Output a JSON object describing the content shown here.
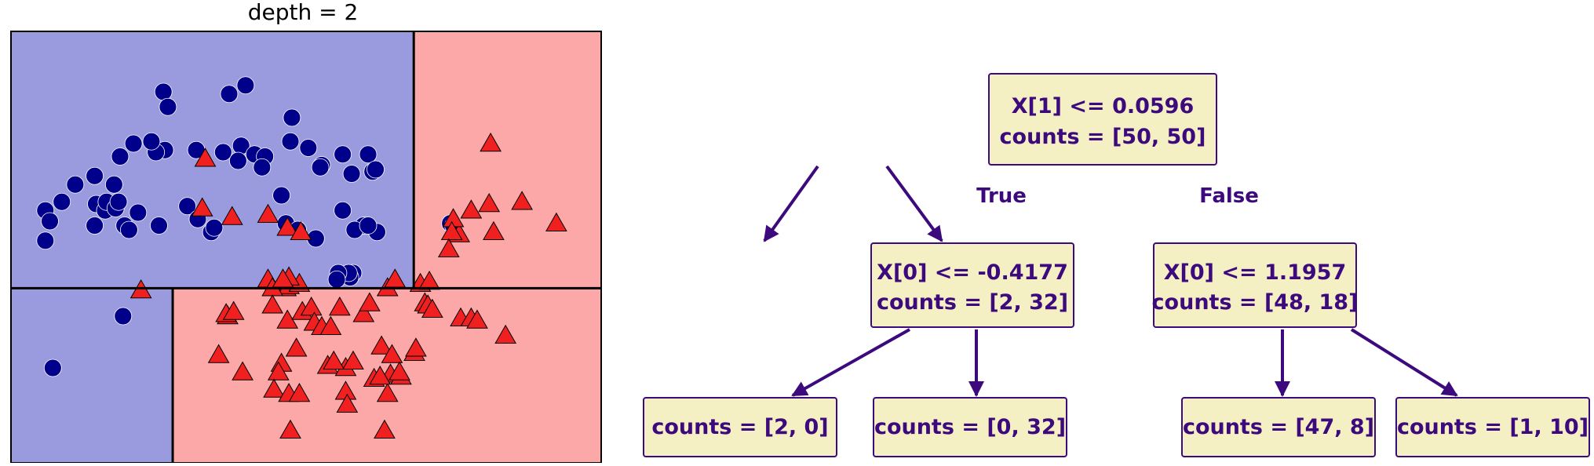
{
  "colors": {
    "class0_region": "#9a9ade",
    "class1_region": "#fda8a8",
    "class0_point": "#00008b",
    "class1_point": "#f02020",
    "node_fill": "#f5f0c4",
    "node_ink": "#3c0a7c"
  },
  "plot": {
    "title": "depth = 2",
    "xlim": [
      -1.5,
      2.45
    ],
    "ylim": [
      -0.75,
      1.25
    ],
    "regions": [
      {
        "x0": -1.5,
        "x1": 1.1957,
        "y0": 0.0596,
        "y1": 1.25,
        "class": 0
      },
      {
        "x0": 1.1957,
        "x1": 2.45,
        "y0": 0.0596,
        "y1": 1.25,
        "class": 1
      },
      {
        "x0": -1.5,
        "x1": -0.4177,
        "y0": -0.75,
        "y1": 0.0596,
        "class": 0
      },
      {
        "x0": -0.4177,
        "x1": 2.45,
        "y0": -0.75,
        "y1": 0.0596,
        "class": 1
      }
    ],
    "splits": [
      {
        "orientation": "horizontal",
        "value": 0.0596,
        "from": -1.5,
        "to": 2.45
      },
      {
        "orientation": "vertical",
        "value": 1.1957,
        "from": 0.0596,
        "to": 1.25
      },
      {
        "orientation": "vertical",
        "value": -0.4177,
        "from": -0.75,
        "to": 0.0596
      }
    ]
  },
  "chart_data": {
    "type": "scatter",
    "title": "depth = 2",
    "xlim": [
      -1.5,
      2.45
    ],
    "ylim": [
      -0.75,
      1.25
    ],
    "series": [
      {
        "marker": "circle",
        "points": [
          [
            -0.48,
            0.97
          ],
          [
            -0.04,
            0.96
          ],
          [
            0.07,
            1.0
          ],
          [
            -0.45,
            0.9
          ],
          [
            -0.47,
            0.7
          ],
          [
            -0.68,
            0.73
          ],
          [
            -0.77,
            0.67
          ],
          [
            -0.53,
            0.69
          ],
          [
            -0.56,
            0.74
          ],
          [
            -0.26,
            0.7
          ],
          [
            -0.08,
            0.69
          ],
          [
            0.04,
            0.72
          ],
          [
            0.13,
            0.68
          ],
          [
            0.2,
            0.67
          ],
          [
            0.02,
            0.65
          ],
          [
            0.18,
            0.62
          ],
          [
            0.37,
            0.74
          ],
          [
            0.49,
            0.71
          ],
          [
            0.72,
            0.68
          ],
          [
            0.89,
            0.68
          ],
          [
            0.58,
            0.63
          ],
          [
            0.57,
            0.62
          ],
          [
            0.78,
            0.59
          ],
          [
            0.92,
            0.6
          ],
          [
            0.94,
            0.61
          ],
          [
            0.38,
            0.85
          ],
          [
            -0.94,
            0.58
          ],
          [
            -1.07,
            0.54
          ],
          [
            -0.81,
            0.54
          ],
          [
            -1.16,
            0.46
          ],
          [
            -1.27,
            0.42
          ],
          [
            -1.24,
            0.37
          ],
          [
            -0.93,
            0.45
          ],
          [
            -0.87,
            0.42
          ],
          [
            -0.86,
            0.46
          ],
          [
            -0.8,
            0.43
          ],
          [
            -0.78,
            0.46
          ],
          [
            -0.65,
            0.41
          ],
          [
            -0.94,
            0.35
          ],
          [
            -0.74,
            0.35
          ],
          [
            -0.71,
            0.33
          ],
          [
            -0.51,
            0.35
          ],
          [
            -0.16,
            0.32
          ],
          [
            -0.14,
            0.34
          ],
          [
            -1.27,
            0.28
          ],
          [
            -0.32,
            0.44
          ],
          [
            -0.25,
            0.38
          ],
          [
            0.31,
            0.49
          ],
          [
            0.34,
            0.36
          ],
          [
            0.42,
            0.33
          ],
          [
            0.54,
            0.29
          ],
          [
            0.72,
            0.42
          ],
          [
            0.86,
            0.35
          ],
          [
            0.8,
            0.33
          ],
          [
            0.95,
            0.32
          ],
          [
            0.89,
            0.35
          ],
          [
            0.79,
            0.13
          ],
          [
            0.74,
            0.12
          ],
          [
            0.77,
            0.11
          ],
          [
            0.76,
            0.13
          ],
          [
            0.69,
            0.13
          ],
          [
            0.68,
            0.1
          ],
          [
            1.44,
            0.36
          ],
          [
            1.46,
            0.35
          ],
          [
            -0.75,
            -0.07
          ],
          [
            -1.22,
            -0.31
          ]
        ]
      },
      {
        "marker": "triangle",
        "points": [
          [
            -0.2,
            0.66
          ],
          [
            -0.22,
            0.43
          ],
          [
            -0.02,
            0.39
          ],
          [
            0.22,
            0.4
          ],
          [
            0.35,
            0.34
          ],
          [
            0.44,
            0.32
          ],
          [
            -0.63,
            0.05
          ],
          [
            0.34,
            0.06
          ],
          [
            0.36,
            0.07
          ],
          [
            0.43,
            0.08
          ],
          [
            0.22,
            0.1
          ],
          [
            0.25,
            0.06
          ],
          [
            0.36,
            0.11
          ],
          [
            0.32,
            0.1
          ],
          [
            -0.05,
            -0.07
          ],
          [
            -0.06,
            -0.06
          ],
          [
            -0.01,
            -0.05
          ],
          [
            0.25,
            -0.02
          ],
          [
            0.35,
            -0.09
          ],
          [
            0.45,
            -0.05
          ],
          [
            0.51,
            -0.03
          ],
          [
            0.53,
            -0.1
          ],
          [
            0.58,
            -0.12
          ],
          [
            0.64,
            -0.12
          ],
          [
            0.7,
            -0.03
          ],
          [
            0.86,
            -0.06
          ],
          [
            0.9,
            -0.01
          ],
          [
            1.02,
            0.06
          ],
          [
            1.07,
            0.1
          ],
          [
            1.24,
            0.08
          ],
          [
            1.3,
            0.09
          ],
          [
            1.27,
            -0.01
          ],
          [
            1.29,
            -0.02
          ],
          [
            1.32,
            -0.04
          ],
          [
            1.51,
            -0.08
          ],
          [
            1.58,
            -0.08
          ],
          [
            1.62,
            -0.09
          ],
          [
            1.81,
            -0.16
          ],
          [
            1.5,
            0.31
          ],
          [
            1.58,
            0.42
          ],
          [
            1.73,
            0.32
          ],
          [
            1.46,
            0.38
          ],
          [
            1.45,
            0.32
          ],
          [
            1.43,
            0.24
          ],
          [
            1.71,
            0.73
          ],
          [
            1.7,
            0.45
          ],
          [
            1.92,
            0.46
          ],
          [
            2.15,
            0.36
          ],
          [
            0.41,
            -0.22
          ],
          [
            0.31,
            -0.29
          ],
          [
            0.29,
            -0.33
          ],
          [
            0.62,
            -0.3
          ],
          [
            0.74,
            -0.31
          ],
          [
            0.66,
            -0.28
          ],
          [
            0.79,
            -0.28
          ],
          [
            0.93,
            -0.36
          ],
          [
            1.04,
            -0.34
          ],
          [
            1.11,
            -0.35
          ],
          [
            0.98,
            -0.21
          ],
          [
            1.05,
            -0.25
          ],
          [
            1.1,
            -0.33
          ],
          [
            1.2,
            -0.24
          ],
          [
            1.21,
            -0.22
          ],
          [
            -0.11,
            -0.25
          ],
          [
            0.05,
            -0.33
          ],
          [
            0.26,
            -0.41
          ],
          [
            0.36,
            -0.43
          ],
          [
            0.43,
            -0.43
          ],
          [
            1.02,
            -0.43
          ],
          [
            0.97,
            -0.35
          ],
          [
            0.74,
            -0.42
          ],
          [
            0.37,
            -0.6
          ],
          [
            1.0,
            -0.6
          ],
          [
            0.75,
            -0.48
          ]
        ]
      }
    ]
  },
  "tree": {
    "root": {
      "line1": "X[1] <= 0.0596",
      "line2": "counts = [50, 50]"
    },
    "left": {
      "line1": "X[0] <= -0.4177",
      "line2": "counts = [2, 32]"
    },
    "right": {
      "line1": "X[0] <= 1.1957",
      "line2": "counts = [48, 18]"
    },
    "leaves": [
      {
        "label": "counts = [2, 0]"
      },
      {
        "label": "counts = [0, 32]"
      },
      {
        "label": "counts = [47, 8]"
      },
      {
        "label": "counts = [1, 10]"
      }
    ],
    "edge_true": "True",
    "edge_false": "False"
  }
}
